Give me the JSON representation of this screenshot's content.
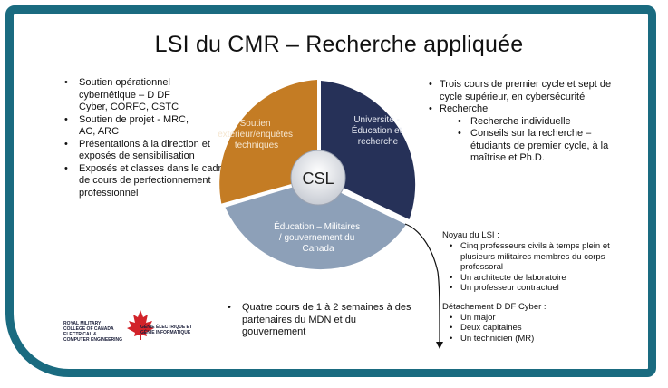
{
  "title": "LSI du CMR – Recherche appliquée",
  "left_list": [
    {
      "text": "Soutien opérationnel cybernétique – D DF Cyber, CORFC, CSTC"
    },
    {
      "text": "Soutien de projet - MRC, AC, ARC"
    },
    {
      "text": "Présentations à la direction et exposés de sensibilisation"
    },
    {
      "text": "Exposés et classes dans le cadre de cours de perfectionnement professionnel"
    }
  ],
  "right_list": [
    {
      "text": "Trois cours de premier cycle et sept de cycle supérieur, en cybersécurité"
    },
    {
      "text": "Recherche"
    },
    {
      "text": "Recherche individuelle"
    },
    {
      "text": "Conseils sur la recherche – étudiants de premier cycle, à la maîtrise et Ph.D."
    }
  ],
  "bottom_item": "Quatre cours de 1 à 2 semaines à des partenaires du MDN et du gouvernement",
  "pie": {
    "center_label": "CSL",
    "segments": [
      {
        "label": "Soutien extérieur/enquêtes techniques",
        "color": "#c47c24"
      },
      {
        "label": "Université - Éducation et recherche",
        "color": "#263158"
      },
      {
        "label": "Éducation – Militaires / gouvernement du Canada",
        "color": "#8da0b8"
      }
    ]
  },
  "noyau": {
    "title": "Noyau du LSI :",
    "items": [
      "Cinq professeurs civils à temps plein et plusieurs militaires membres du corps professoral",
      "Un architecte de laboratoire",
      "Un professeur contractuel"
    ]
  },
  "detachement": {
    "title": "Détachement D DF Cyber :",
    "items": [
      "Un major",
      "Deux capitaines",
      "Un technicien (MR)"
    ]
  },
  "logos": {
    "left": "ROYAL MILITARY COLLEGE OF CANADA ELECTRICAL & COMPUTER ENGINEERING",
    "right": "GÉNIE ÉLECTRIQUE ET GÉNIE INFORMATIQUE",
    "leaf_color": "#d2232a"
  },
  "colors": {
    "frame": "#1a6b80"
  }
}
